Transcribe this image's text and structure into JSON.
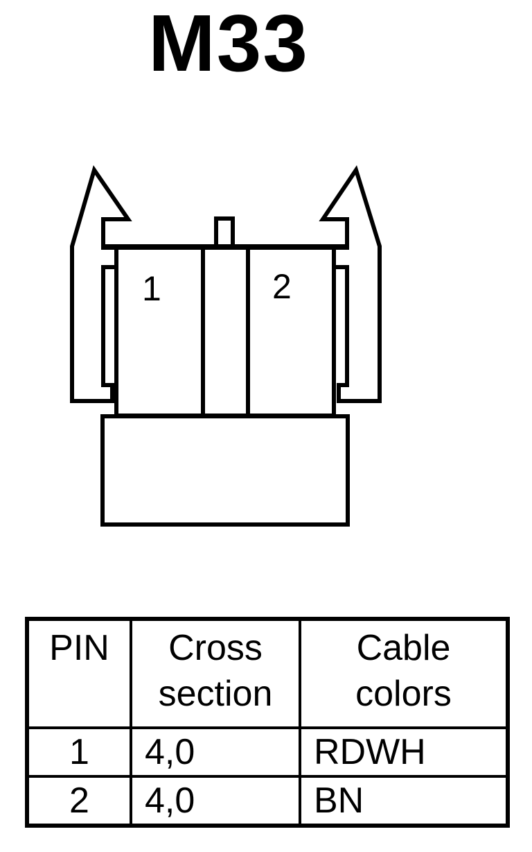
{
  "connector": {
    "title": "M33",
    "pin_labels": [
      "1",
      "2"
    ]
  },
  "table": {
    "headers": {
      "pin": "PIN",
      "cross_section": [
        "Cross",
        "section"
      ],
      "cable_colors": [
        "Cable",
        "colors"
      ]
    },
    "rows": [
      {
        "pin": "1",
        "cross_section": "4,0",
        "cable_color": "RDWH"
      },
      {
        "pin": "2",
        "cross_section": "4,0",
        "cable_color": "BN"
      }
    ]
  }
}
